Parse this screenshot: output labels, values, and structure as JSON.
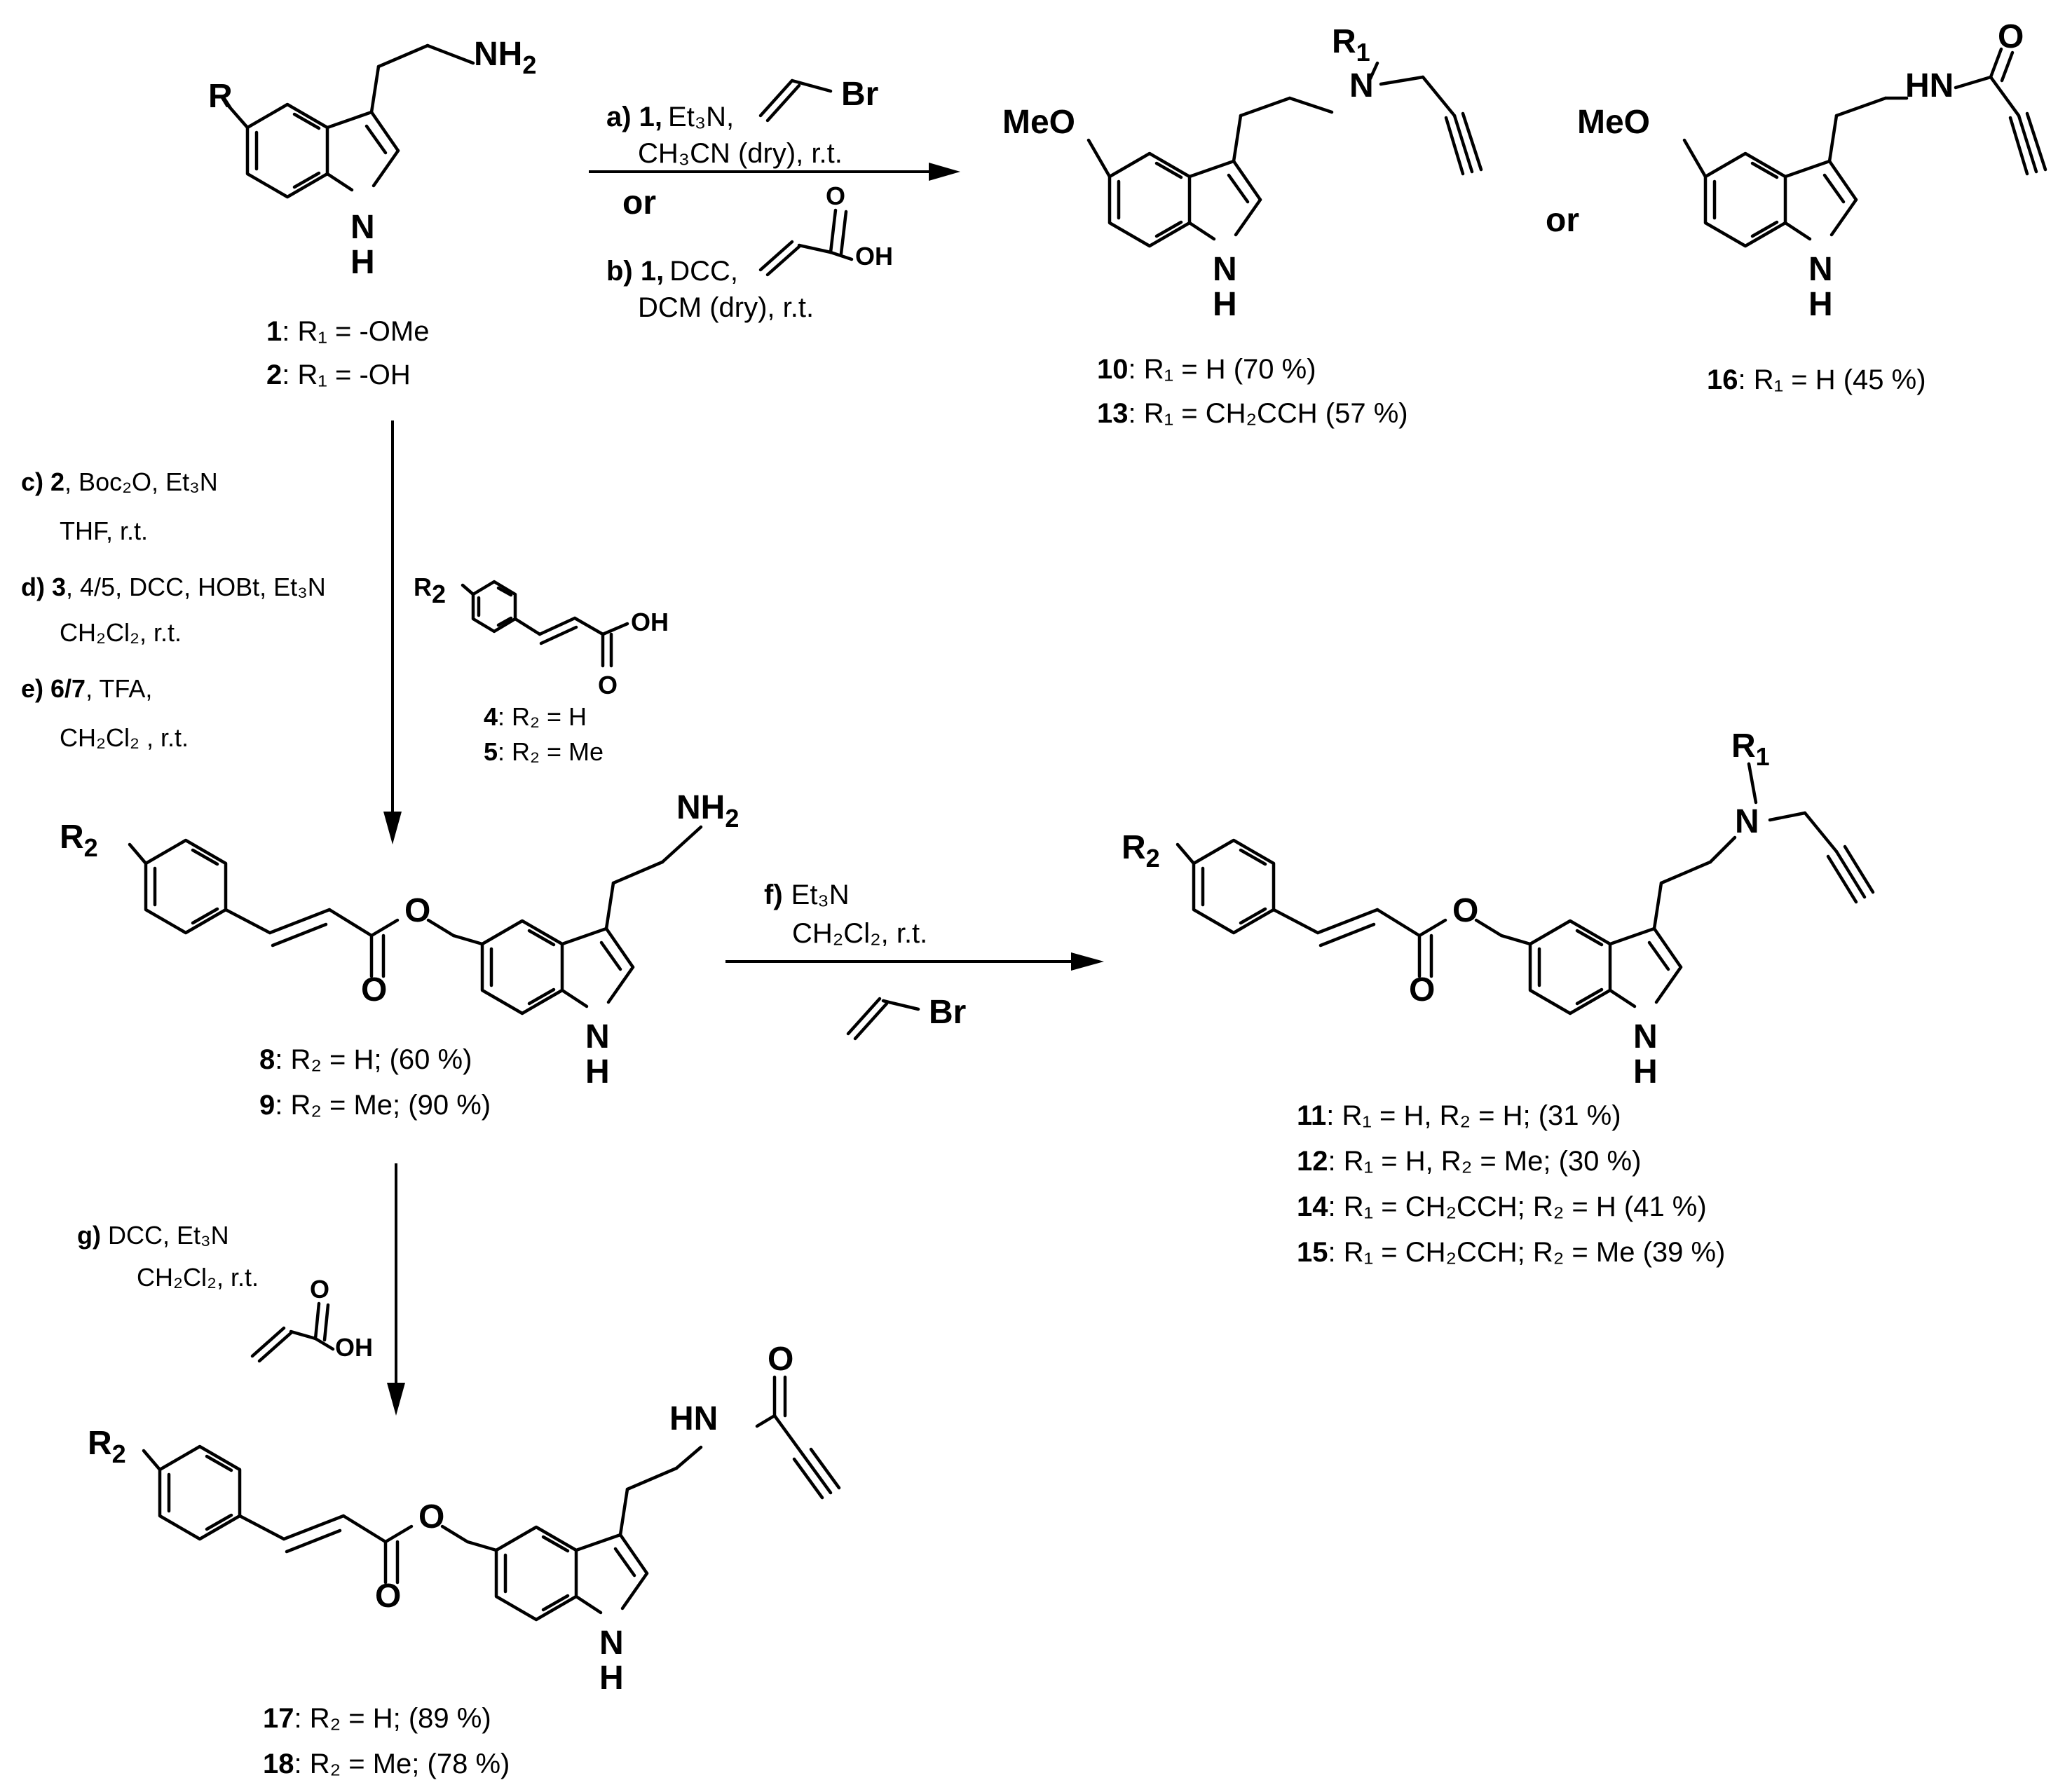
{
  "colors": {
    "ink": "#000000",
    "background": "#ffffff"
  },
  "atoms": {
    "R": "R",
    "NH2": "NH",
    "sub2": "2",
    "N": "N",
    "H": "H",
    "HN": "HN",
    "NH": "N",
    "O": "O",
    "OH": "OH",
    "MeO": "MeO",
    "Br": "Br",
    "R1": "R",
    "R1sub": "1",
    "R2": "R",
    "R2sub": "2"
  },
  "compounds": {
    "c1": {
      "num": "1",
      "text": ": R₁ = -OMe"
    },
    "c2": {
      "num": "2",
      "text": ": R₁ = -OH"
    },
    "c10": {
      "num": "10",
      "text": ": R₁ = H (70 %)"
    },
    "c13": {
      "num": "13",
      "text": ": R₁ = CH₂CCH (57 %)"
    },
    "c16": {
      "num": "16",
      "text": ": R₁ = H (45 %)"
    },
    "c4": {
      "num": "4",
      "text": ": R₂ = H"
    },
    "c5": {
      "num": "5",
      "text": ": R₂ = Me"
    },
    "c8": {
      "num": "8",
      "text": ": R₂ = H; (60 %)"
    },
    "c9": {
      "num": "9",
      "text": ": R₂ = Me; (90 %)"
    },
    "c11": {
      "num": "11",
      "text": ": R₁ = H, R₂ = H; (31 %)"
    },
    "c12": {
      "num": "12",
      "text": ": R₁ = H, R₂ = Me; (30 %)"
    },
    "c14": {
      "num": "14",
      "text": ": R₁ = CH₂CCH; R₂ = H (41 %)"
    },
    "c15": {
      "num": "15",
      "text": ": R₁ = CH₂CCH; R₂ = Me (39 %)"
    },
    "c17": {
      "num": "17",
      "text": ": R₂ = H; (89 %)"
    },
    "c18": {
      "num": "18",
      "text": ": R₂ = Me; (78 %)"
    }
  },
  "conditions": {
    "a_label": "a) 1,",
    "a_reagents": "Et₃N,",
    "a_solvent": "CH₃CN (dry), r.t.",
    "or_text": "or",
    "b_label": "b) 1,",
    "b_reagents": "DCC,",
    "b_solvent": "DCM (dry), r.t.",
    "c_label": "c) 2",
    "c_reagents": ", Boc₂O, Et₃N",
    "c_solvent": "THF, r.t.",
    "d_label": "d) 3",
    "d_reagents": ", 4/5, DCC, HOBt, Et₃N",
    "d_solvent": "CH₂Cl₂, r.t.",
    "e_label": "e) 6/7",
    "e_reagents": ", TFA,",
    "e_solvent": "CH₂Cl₂ , r.t.",
    "f_label": "f)",
    "f_reagents": "Et₃N",
    "f_solvent": "CH₂Cl₂, r.t.",
    "g_label": "g)",
    "g_reagents": "DCC, Et₃N",
    "g_solvent": "CH₂Cl₂, r.t."
  }
}
